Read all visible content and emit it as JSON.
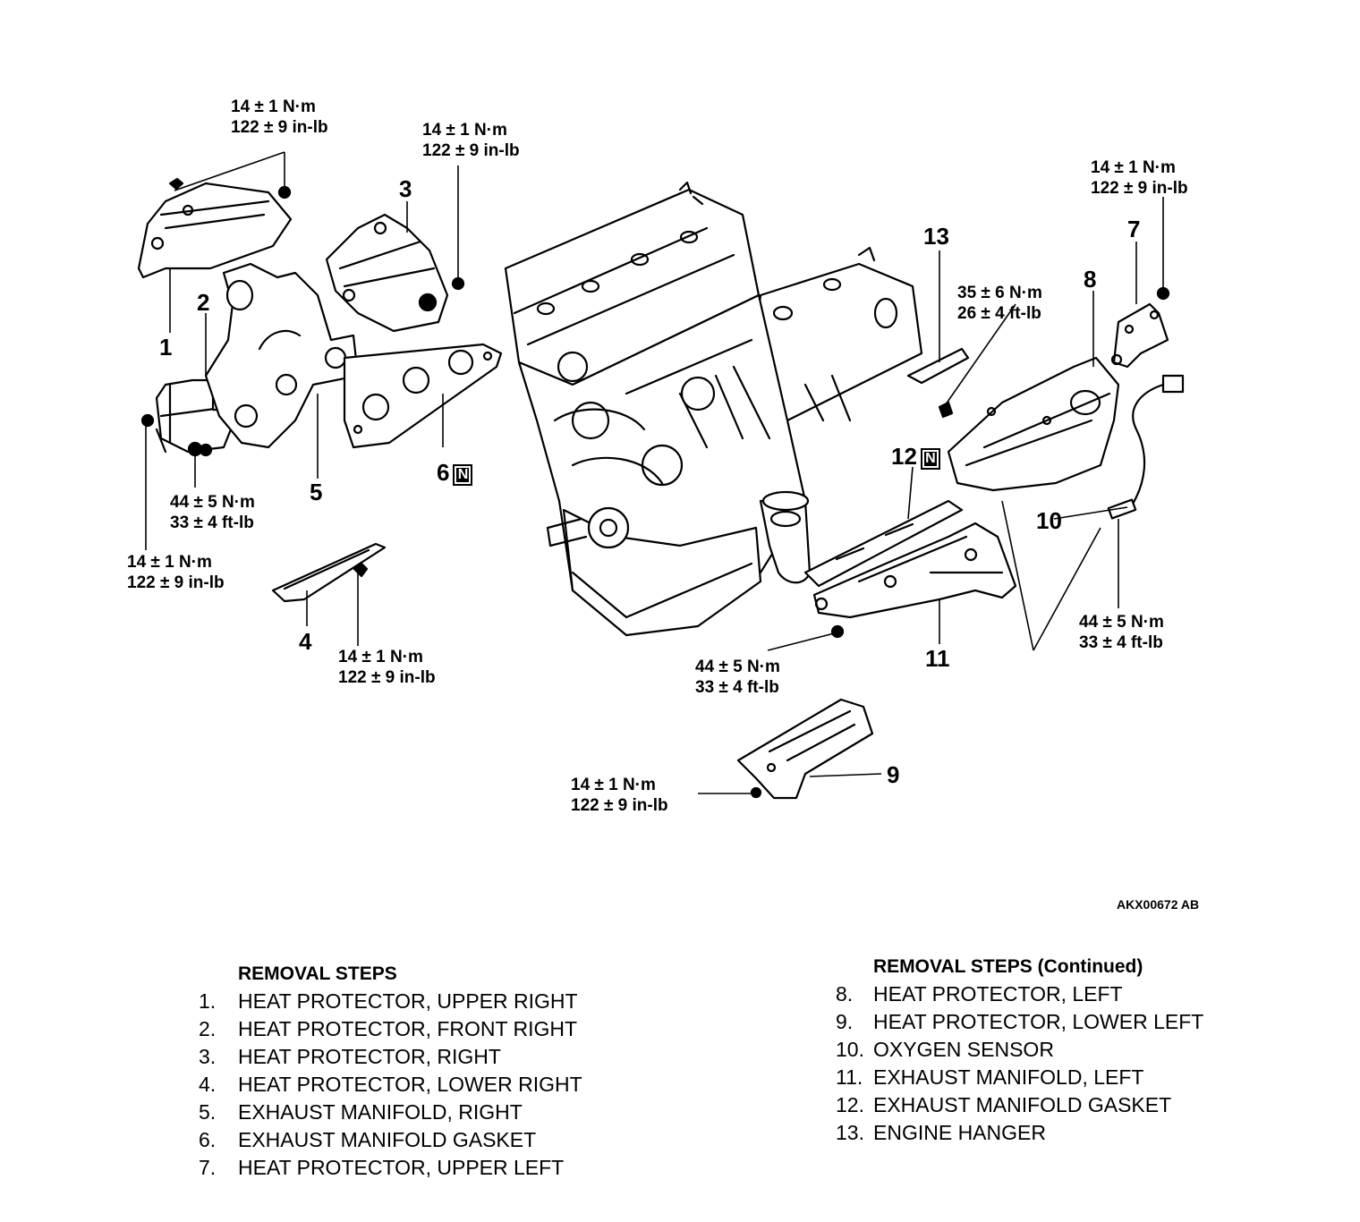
{
  "figure_id": "AKX00672 AB",
  "callouts": [
    {
      "label": "1"
    },
    {
      "label": "2"
    },
    {
      "label": "3"
    },
    {
      "label": "4"
    },
    {
      "label": "5"
    },
    {
      "label": "6",
      "badge": "N"
    },
    {
      "label": "7"
    },
    {
      "label": "8"
    },
    {
      "label": "9"
    },
    {
      "label": "10"
    },
    {
      "label": "11"
    },
    {
      "label": "12",
      "badge": "N"
    },
    {
      "label": "13"
    }
  ],
  "torques": [
    {
      "metric": "14 ± 1 N·m",
      "imperial": "122 ± 9 in-lb"
    },
    {
      "metric": "14 ± 1 N·m",
      "imperial": "122 ± 9 in-lb"
    },
    {
      "metric": "14 ± 1 N·m",
      "imperial": "122 ± 9 in-lb"
    },
    {
      "metric": "35 ± 6 N·m",
      "imperial": "26 ± 4 ft-lb"
    },
    {
      "metric": "44 ± 5 N·m",
      "imperial": "33 ± 4 ft-lb"
    },
    {
      "metric": "14 ± 1 N·m",
      "imperial": "122 ± 9 in-lb"
    },
    {
      "metric": "14 ± 1 N·m",
      "imperial": "122 ± 9 in-lb"
    },
    {
      "metric": "44 ± 5 N·m",
      "imperial": "33 ± 4 ft-lb"
    },
    {
      "metric": "44 ± 5 N·m",
      "imperial": "33 ± 4 ft-lb"
    },
    {
      "metric": "14 ± 1 N·m",
      "imperial": "122 ± 9 in-lb"
    }
  ],
  "removal_steps": {
    "title": "REMOVAL STEPS",
    "title_continued": "REMOVAL STEPS (Continued)",
    "left": [
      {
        "num": "1.",
        "text": "HEAT PROTECTOR, UPPER RIGHT"
      },
      {
        "num": "2.",
        "text": "HEAT PROTECTOR, FRONT RIGHT"
      },
      {
        "num": "3.",
        "text": "HEAT PROTECTOR, RIGHT"
      },
      {
        "num": "4.",
        "text": "HEAT PROTECTOR, LOWER RIGHT"
      },
      {
        "num": "5.",
        "text": "EXHAUST MANIFOLD, RIGHT"
      },
      {
        "num": "6.",
        "text": "EXHAUST MANIFOLD GASKET"
      },
      {
        "num": "7.",
        "text": "HEAT PROTECTOR, UPPER LEFT"
      }
    ],
    "right": [
      {
        "num": "8.",
        "text": "HEAT PROTECTOR, LEFT"
      },
      {
        "num": "9.",
        "text": "HEAT PROTECTOR, LOWER LEFT"
      },
      {
        "num": "10.",
        "text": "OXYGEN SENSOR"
      },
      {
        "num": "11.",
        "text": "EXHAUST MANIFOLD, LEFT"
      },
      {
        "num": "12.",
        "text": "EXHAUST MANIFOLD GASKET"
      },
      {
        "num": "13.",
        "text": "ENGINE HANGER"
      }
    ]
  }
}
